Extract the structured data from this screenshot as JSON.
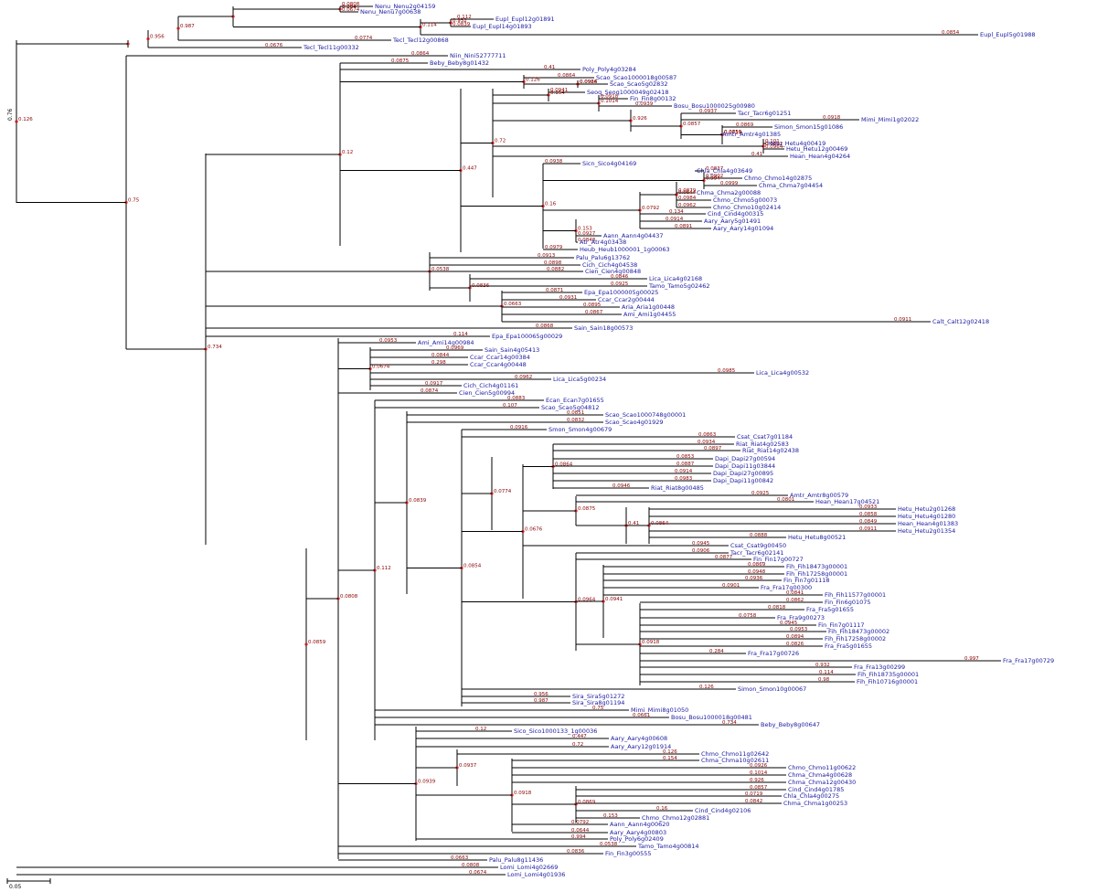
{
  "tree": {
    "root_support": "0.76",
    "scale_label": "0.05",
    "colors": {
      "branch": "#000000",
      "leaf_label": "#1a1aa0",
      "support_label": "#8b0000",
      "node_marker": "#c81e1e"
    },
    "leaves": [
      "Nenu_Nenu2g04159",
      "Nenu_Nenu7g00638",
      "Eupl_Eupl12g01891",
      "Eupl_Eupl14g01893",
      "Eupl_Eupl5g01988",
      "Tecl_Tecl12g00868",
      "Tecl_Tecl11g00332",
      "Niin_Nini52777711",
      "Beby_Beby8g01432",
      "Poly_Poly4g03284",
      "Scao_Scao1000018g00587",
      "Scao_Scao5g02832",
      "Seoq_Seoq1000049g02418",
      "Fin_Fin8g00132",
      "Bosu_Bosu1000025g00980",
      "Tacr_Tacr6g01251",
      "Mimi_Mimi1g02022",
      "Simon_Smon15g01086",
      "Amtr_Amtr4g01385",
      "Hetu_Hetu4g00419",
      "Hetu_Hetu12g00469",
      "Hean_Hean4g04264",
      "Sicn_Sico4g04169",
      "Chla_Chla4g03649",
      "Chmo_Chmo14g02875",
      "Chma_Chma7g04454",
      "Chma_Chma2g00088",
      "Chmo_Chmo5g00073",
      "Chmo_Chmo10g02414",
      "Cind_Cind4g00315",
      "Aary_Aary5g01491",
      "Aary_Aary14g01094",
      "Aann_Aann4g04437",
      "Atr_Atr4g03438",
      "Heub_Heub1000001_1g00063",
      "Palu_Palu6g13762",
      "Cich_Cich4g04538",
      "Cien_Cien4g00848",
      "Lica_Lica4g02168",
      "Tamo_Tamo5g02462",
      "Epa_Epa1000005g00025",
      "Ccar_Ccar2g00444",
      "Aria_Aria1g00448",
      "Ami_Ami1g04455",
      "Calt_Calt12g02418",
      "Sain_Sain18g00573",
      "Epa_Epa100065g00029",
      "Ami_Ami14g00984",
      "Sain_Sain4g05413",
      "Ccar_Ccar14g00384",
      "Ccar_Ccar4g00448",
      "Lica_Lica5g00234",
      "Lica_Lica4g00532",
      "Cich_Cich4g01161",
      "Cien_Cien5g00994",
      "Ecan_Ecan7g01655",
      "Scao_Scao5g04812",
      "Scao_Scao1000748g00001",
      "Scao_Scao4g01929",
      "Smon_Smon4g00679",
      "Csat_Csat7g01184",
      "Riat_Riat4g02583",
      "Riat_Riat14g02438",
      "Dapi_Dapi27g00594",
      "Dapi_Dapi11g03844",
      "Dapi_Dapi27g00895",
      "Dapi_Dapi11g00842",
      "Riat_Riat8g00485",
      "Amtr_Amtr8g00579",
      "Hean_Hean17g04521",
      "Hetu_Hetu2g01268",
      "Hetu_Hetu4g01280",
      "Hean_Hean4g01383",
      "Hetu_Hetu2g01354",
      "Hetu_Hetu8g00521",
      "Csat_Csat9g00450",
      "Tacr_Tacr6g02141",
      "Fin_Fin17g00727",
      "Fih_Fih18473g00001",
      "Fih_Fih17258g00001",
      "Fin_Fin7g01118",
      "Fra_Fra17g00300",
      "Fih_Fih11577g00001",
      "Fin_Fin6g01075",
      "Fra_Fra5g01655",
      "Fra_Fra9g00273",
      "Fin_Fin7g01117",
      "Fih_Fih18473g00002",
      "Fih_Fih17258g00002",
      "Fra_Fra5g01655",
      "Fra_Fra17g00726",
      "Fra_Fra17g00729",
      "Fra_Fra13g00299",
      "Fih_Fih18735g00001",
      "Fih_Fih10716g00001",
      "Simon_Smon10g00067",
      "Sira_Sira5g01272",
      "Sira_Sira8g01194",
      "Mimi_Mimi8g01050",
      "Bosu_Bosu1000018g00481",
      "Beby_Beby8g00647",
      "Sico_Sico1000133_1g00036",
      "Aary_Aary4g00608",
      "Aary_Aary12g01914",
      "Chmo_Chmo11g02642",
      "Chma_Chma10g02611",
      "Chmo_Chmo11g00622",
      "Chma_Chma4g00628",
      "Chma_Chma12g00430",
      "Cind_Cind4g01785",
      "Chla_Chla4g00275",
      "Chma_Chma1g00253",
      "Cind_Cind4g02106",
      "Chmo_Chmo12g02881",
      "Aann_Aann4g00620",
      "Aary_Aary4g00803",
      "Poly_Poly6g02409",
      "Tamo_Tamo4g00814",
      "Fin_Fin3g00555",
      "Palu_Palu8g11436",
      "Lomi_Lomi4g02669",
      "Lomi_Lomi4g01936"
    ],
    "supports": [
      "0.284",
      "0.997",
      "0.932",
      "0.114",
      "0.98",
      "0.126",
      "0.956",
      "0.987",
      "0.75",
      "0.0661",
      "0.734",
      "0.12",
      "0.447",
      "0.72",
      "0.126",
      "0.154",
      "0.0926",
      "0.1014",
      "0.926",
      "0.0857",
      "0.0719",
      "0.0842",
      "0.16",
      "0.153",
      "0.0792",
      "0.0644",
      "0.994",
      "0.0538",
      "0.0836",
      "0.0663",
      "0.0808",
      "0.0674",
      "0.112",
      "0.0839",
      "0.0854",
      "0.0774",
      "0.0676",
      "0.0864",
      "0.0875",
      "0.41",
      "0.0864",
      "0.0964",
      "0.0941",
      "0.0918",
      "0.0939",
      "0.0937",
      "0.0918",
      "0.0869",
      "0.0859",
      "0.101",
      "0.0964",
      "0.41",
      "0.0938",
      "0.0837",
      "0.0902",
      "0.0999",
      "0.0879",
      "0.0984",
      "0.0962",
      "0.134",
      "0.0914",
      "0.0891",
      "0.0927",
      "0.0848",
      "0.0979",
      "0.0913",
      "0.0898",
      "0.0882",
      "0.0846",
      "0.0925",
      "0.0871",
      "0.0931",
      "0.0895",
      "0.0867",
      "0.0911",
      "0.0868",
      "0.114",
      "0.0953",
      "0.0969",
      "0.0844",
      "0.298",
      "0.0962",
      "0.0985",
      "0.0917",
      "0.0874",
      "0.0883",
      "0.107",
      "0.0851",
      "0.0832",
      "0.0916",
      "0.0863",
      "0.0934",
      "0.0897",
      "0.0853",
      "0.0887",
      "0.0914",
      "0.0983",
      "0.0946",
      "0.0925",
      "0.0801",
      "0.0933",
      "0.0858",
      "0.0849",
      "0.0911",
      "0.0888",
      "0.0945",
      "0.0906",
      "0.0877",
      "0.0869",
      "0.0948",
      "0.0936",
      "0.0901",
      "0.0841",
      "0.0862",
      "0.0818",
      "0.0758",
      "0.0945",
      "0.0953",
      "0.0894",
      "0.0826"
    ]
  }
}
